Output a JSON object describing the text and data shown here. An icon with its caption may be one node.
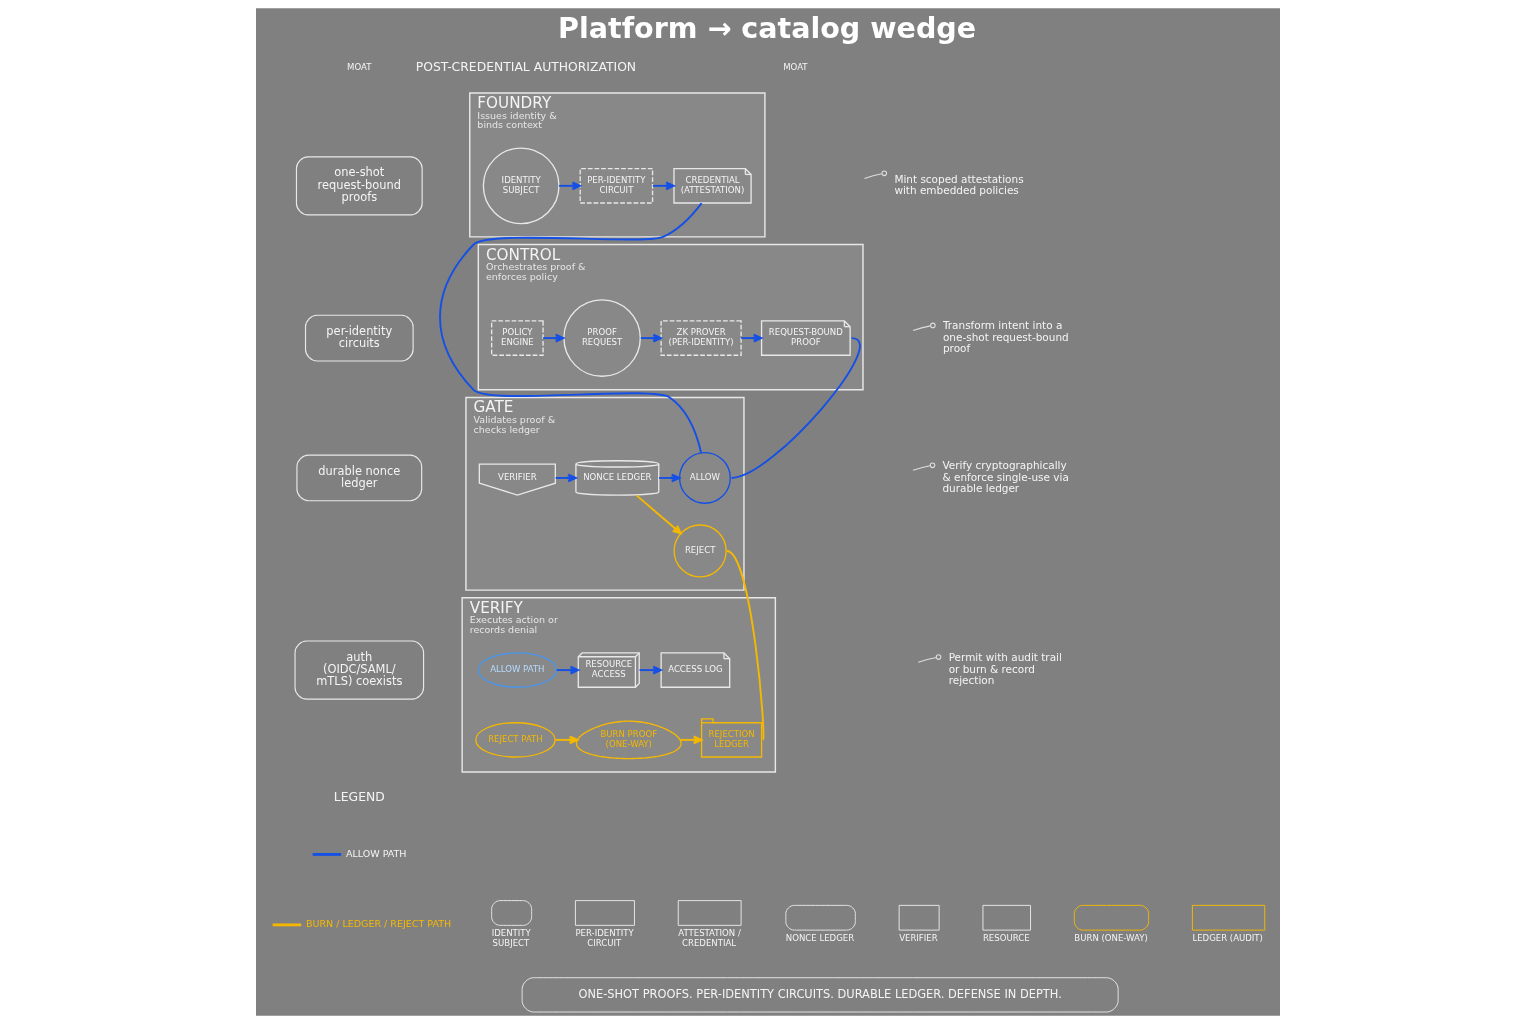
{
  "diagram": {
    "title": "Platform → catalog wedge",
    "caption": "ONE-SHOT PROOFS. PER-IDENTITY CIRCUITS. DURABLE LEDGER. DEFENSE IN DEPTH.",
    "nodes": [
      {
        "text": [
          "one-shot request-bound proofs"
        ]
      },
      {
        "text": [
          "per-identity circuits"
        ]
      },
      {
        "text": [
          "durable nonce ledger"
        ]
      },
      {
        "text": [
          "auth (OIDC/SAML/ mTLS) coexists"
        ]
      },
      {
        "text": [
          "FOUNDRY",
          "Issues identity & binds context"
        ]
      },
      {
        "text": [
          "IDENTITY SUBJECT"
        ],
        "in": 4
      },
      {
        "text": [
          "PER-IDENTITY CIRCUIT"
        ],
        "in": 4
      },
      {
        "text": [
          "CREDENTIAL (ATTESTATION)"
        ],
        "in": 4
      },
      {
        "text": [
          "CONTROL",
          "Orchestrates proof & enforces policy"
        ]
      },
      {
        "text": [
          "POLICY ENGINE"
        ],
        "in": 8
      },
      {
        "text": [
          "PROOF REQUEST"
        ],
        "in": 8
      },
      {
        "text": [
          "ZK PROVER (PER-IDENTITY)"
        ],
        "in": 8
      },
      {
        "text": [
          "REQUEST-BOUND PROOF"
        ],
        "in": 8
      },
      {
        "text": [
          "GATE",
          "Validates proof & checks ledger"
        ]
      },
      {
        "text": [
          "VERIFIER"
        ],
        "in": 13
      },
      {
        "text": [
          "NONCE LEDGER"
        ],
        "in": 13
      },
      {
        "text": [
          "ALLOW"
        ],
        "in": 13
      },
      {
        "text": [
          "REJECT"
        ],
        "in": 13
      },
      {
        "text": [
          "VERIFY",
          "Executes action or records denial"
        ]
      },
      {
        "text": [
          "ALLOW PATH"
        ],
        "in": 18
      },
      {
        "text": [
          "RESOURCE ACCESS"
        ],
        "in": 18
      },
      {
        "text": [
          "ACCESS LOG"
        ],
        "in": 18
      },
      {
        "text": [
          "REJECT PATH"
        ],
        "in": 18
      },
      {
        "text": [
          "BURN PROOF (ONE-WAY)"
        ],
        "in": 18
      },
      {
        "text": [
          "REJECTION LEDGER"
        ],
        "in": 18
      },
      {
        "text": [
          "Mint scoped attestations with embedded policies"
        ]
      },
      {
        "text": [
          "Transform intent into a one-shot request-bound proof"
        ]
      },
      {
        "text": [
          "Verify cryptographically & enforce single-use via durable ledger"
        ]
      },
      {
        "text": [
          "Permit with audit trail or burn & record rejection"
        ]
      }
    ],
    "edges": [
      {
        "from": 5,
        "to": 6,
        "arrow": "to"
      },
      {
        "from": 6,
        "to": 7,
        "arrow": "to"
      },
      {
        "from": 7,
        "to": 16,
        "arrow": "none"
      },
      {
        "from": 9,
        "to": 10,
        "arrow": "to"
      },
      {
        "from": 10,
        "to": 11,
        "arrow": "to"
      },
      {
        "from": 11,
        "to": 12,
        "arrow": "to"
      },
      {
        "from": 12,
        "to": 16,
        "arrow": "none"
      },
      {
        "from": 14,
        "to": 15,
        "arrow": "to"
      },
      {
        "from": 15,
        "to": 16,
        "arrow": "to"
      },
      {
        "from": 15,
        "to": 17,
        "arrow": "to",
        "color": "#f5b800"
      },
      {
        "from": 17,
        "to": 24,
        "arrow": "none",
        "color": "#f5b800"
      },
      {
        "from": 19,
        "to": 20,
        "arrow": "to"
      },
      {
        "from": 20,
        "to": 21,
        "arrow": "to"
      },
      {
        "from": 22,
        "to": 23,
        "arrow": "to",
        "color": "#f5b800"
      },
      {
        "from": 23,
        "to": 24,
        "arrow": "to",
        "color": "#f5b800"
      },
      {
        "from": 25,
        "to": null,
        "arrow": "other",
        "color": "#dedede"
      },
      {
        "from": 26,
        "to": null,
        "arrow": "other",
        "color": "#dedede"
      },
      {
        "from": 27,
        "to": null,
        "arrow": "other",
        "color": "#dedede"
      },
      {
        "from": 28,
        "to": null,
        "arrow": "other",
        "color": "#dedede"
      }
    ],
    "labels": [
      "POST-CREDENTIAL AUTHORIZATION",
      "MOAT",
      "MOAT",
      "LEGEND"
    ],
    "legend": [
      {
        "text": "ALLOW PATH"
      },
      {
        "text": "BURN / LEDGER / REJECT PATH"
      },
      {
        "text": "IDENTITY SUBJECT"
      },
      {
        "text": "PER-IDENTITY CIRCUIT"
      },
      {
        "text": "ATTESTATION / CREDENTIAL"
      },
      {
        "text": "NONCE LEDGER"
      },
      {
        "text": "VERIFIER"
      },
      {
        "text": "RESOURCE"
      },
      {
        "text": "BURN (ONE-WAY)"
      },
      {
        "text": "LEDGER (AUDIT)"
      }
    ]
  }
}
